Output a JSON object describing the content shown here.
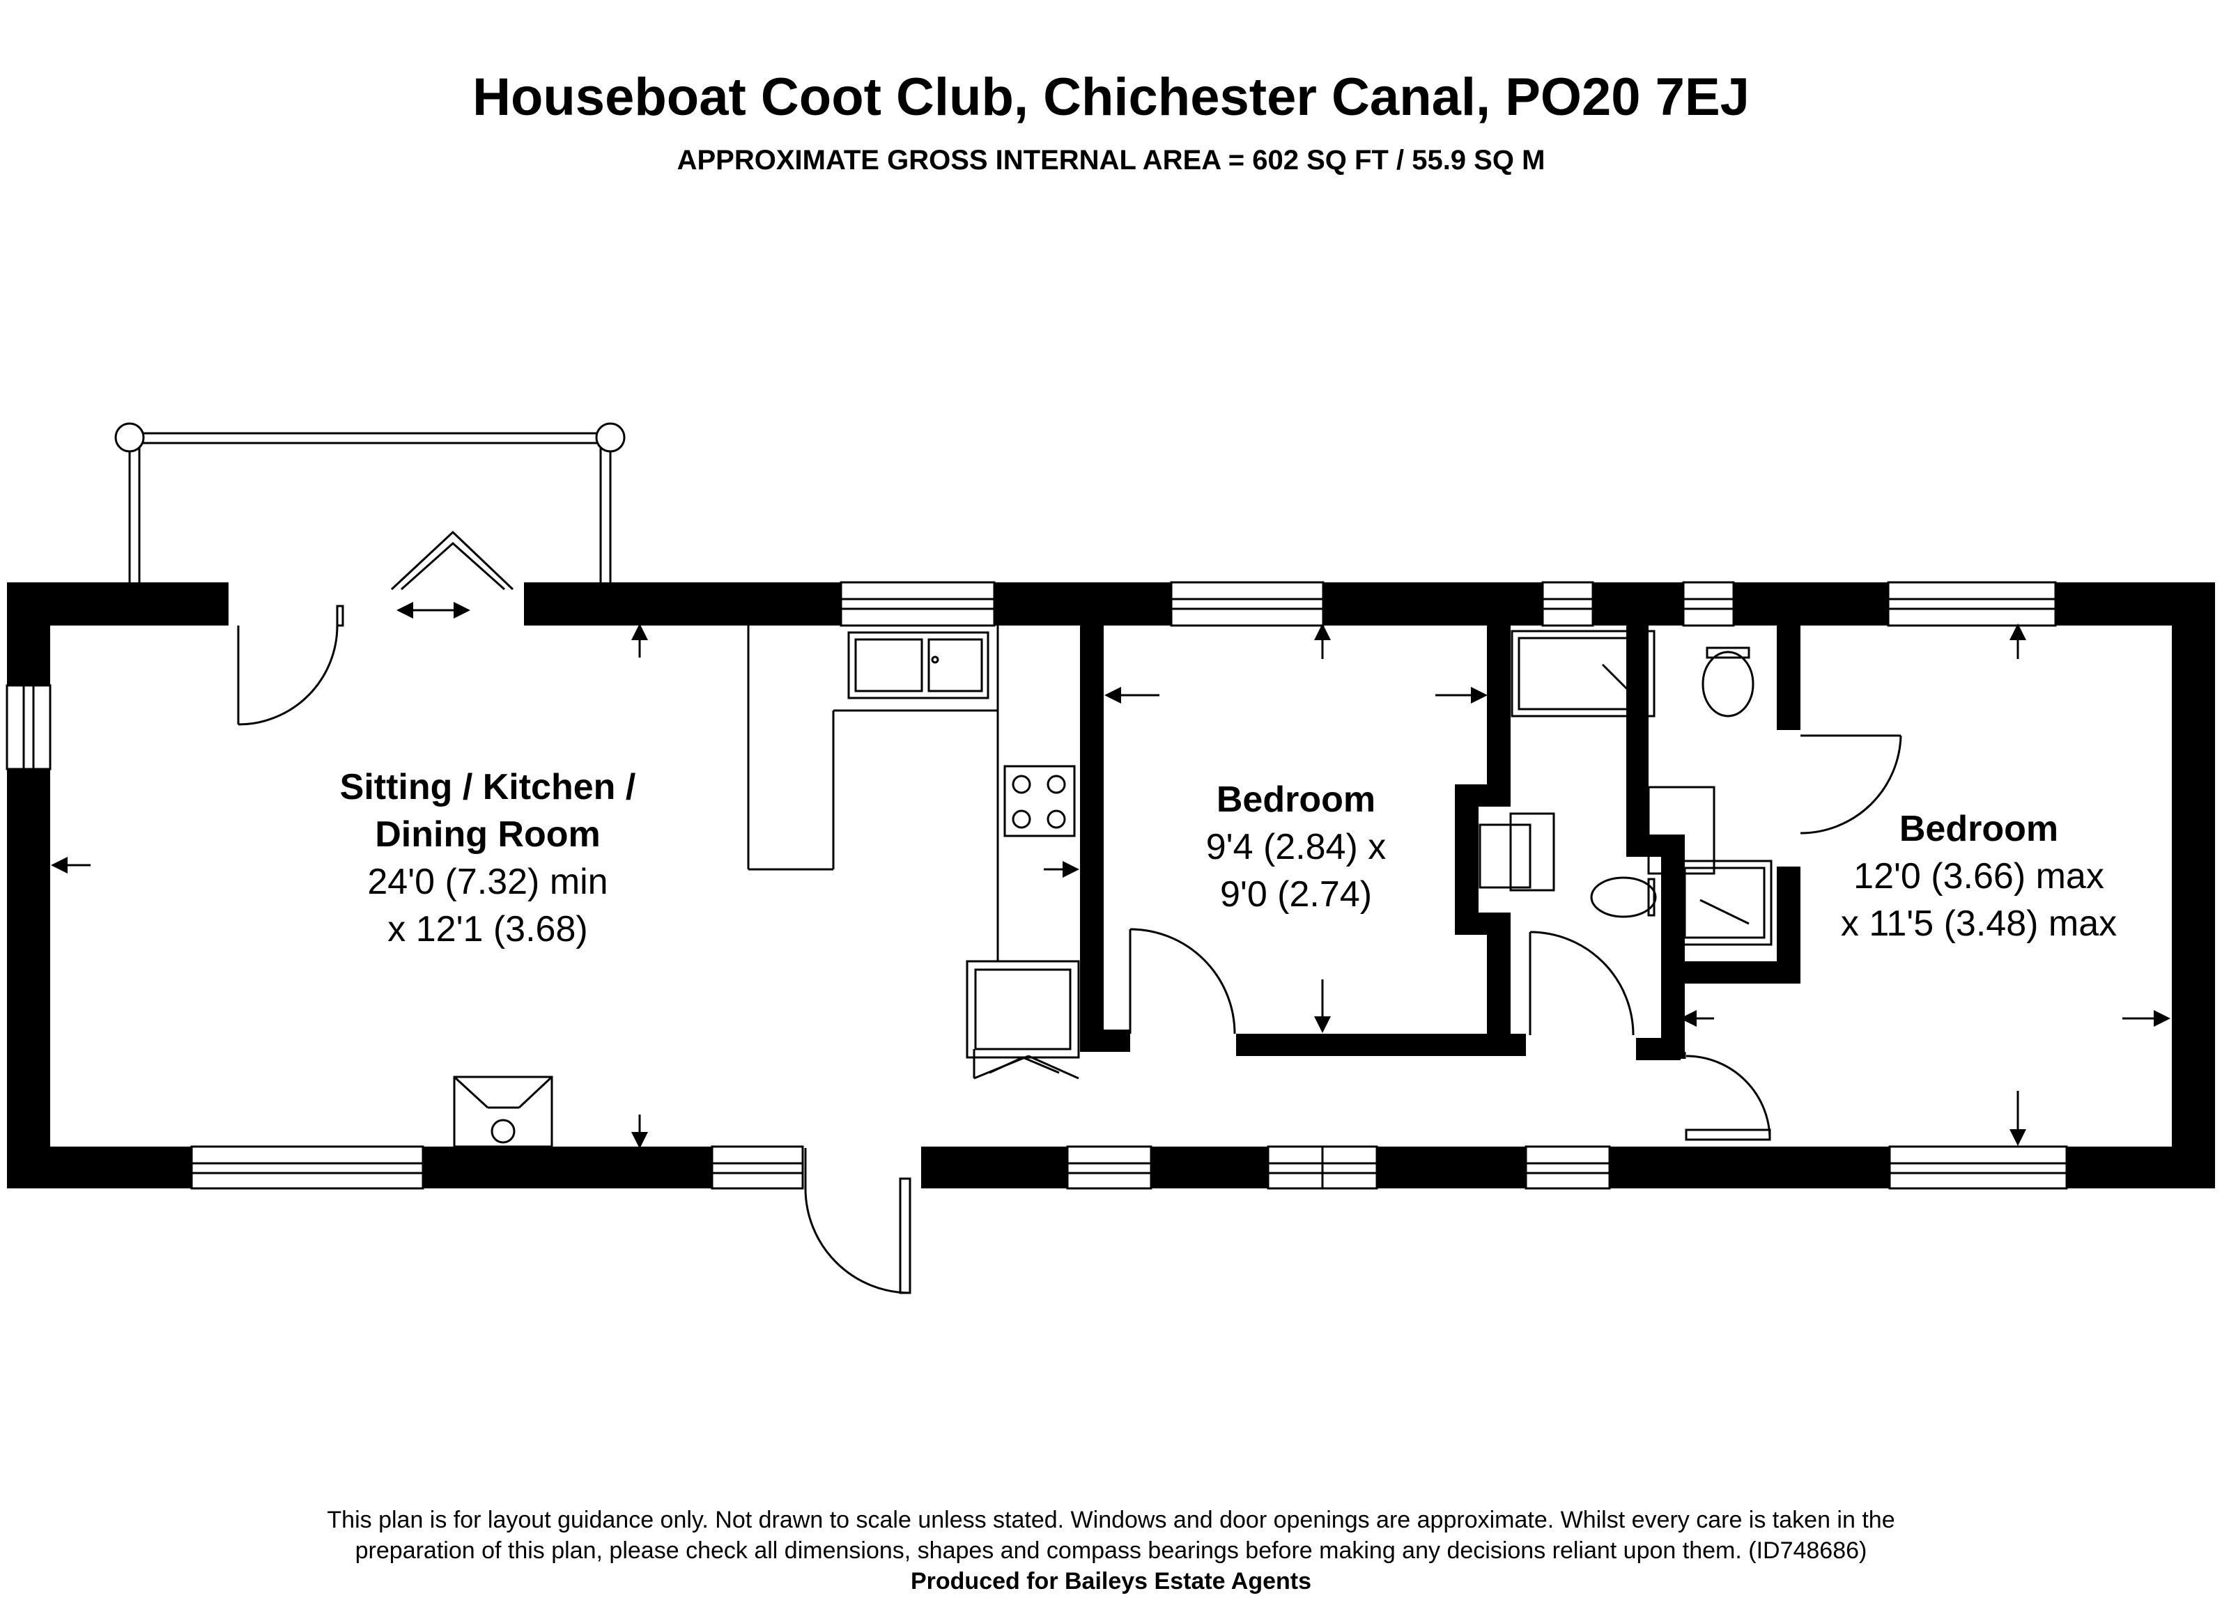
{
  "header": {
    "title": "Houseboat Coot Club, Chichester Canal, PO20 7EJ",
    "area": "APPROXIMATE GROSS INTERNAL AREA = 602 SQ FT / 55.9 SQ M"
  },
  "rooms": [
    {
      "name_line1": "Sitting / Kitchen /",
      "name_line2": "Dining Room",
      "dims_line1": "24'0 (7.32) min",
      "dims_line2": "x 12'1 (3.68)"
    },
    {
      "name_line1": "Bedroom",
      "dims_line1": "9'4 (2.84) x",
      "dims_line2": "9'0 (2.74)"
    },
    {
      "name_line1": "Bedroom",
      "dims_line1": "12'0 (3.66) max",
      "dims_line2": "x 11'5 (3.48) max"
    }
  ],
  "footer": {
    "disclaimer_line1": "This plan is for layout guidance only. Not drawn to scale unless stated. Windows and door openings are approximate. Whilst every care is taken in the",
    "disclaimer_line2": "preparation of this plan, please check all dimensions, shapes and compass bearings before making any decisions reliant upon them. (ID748686)",
    "produced_by": "Produced for Baileys Estate Agents"
  },
  "colors": {
    "wall": "#000000",
    "background": "#ffffff",
    "line": "#000000"
  }
}
